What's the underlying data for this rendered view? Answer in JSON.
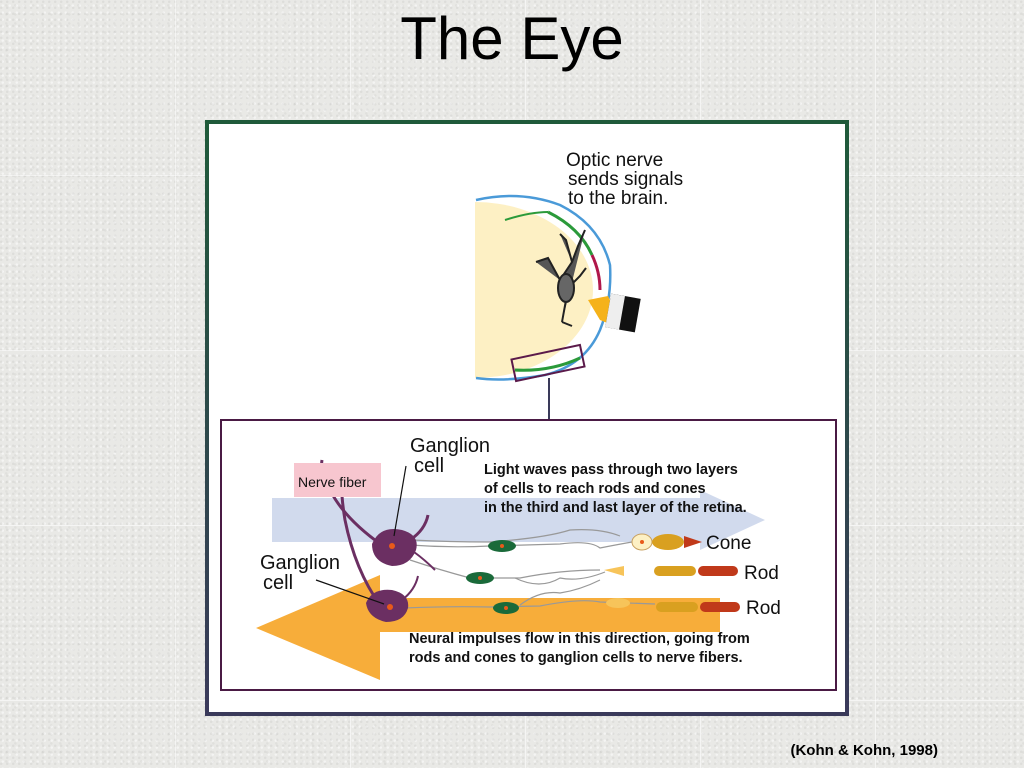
{
  "slide": {
    "title": "The Eye",
    "citation": "(Kohn & Kohn, 1998)"
  },
  "diagram": {
    "eye_caption": [
      "Optic nerve",
      "sends signals",
      "to the brain."
    ],
    "ganglion_top": [
      "Ganglion",
      "cell"
    ],
    "ganglion_bottom": [
      "Ganglion",
      "cell"
    ],
    "nerve_fiber": "Nerve fiber",
    "light_text": [
      "Light waves pass through two layers",
      "of cells to reach rods and cones",
      "in the third and last layer of the retina."
    ],
    "cone": "Cone",
    "rod_1": "Rod",
    "rod_2": "Rod",
    "neural_text": [
      "Neural impulses flow in this direction, going from",
      "rods and cones to ganglion cells to nerve fibers."
    ]
  },
  "colors": {
    "frame_top": "#1f5a3a",
    "frame_bottom": "#3a3a5a",
    "light_arrow": "#c9d3ea",
    "neural_arrow": "#f7ad3a",
    "ganglion": "#6b2f62",
    "eye_fill": "#fdf0c4"
  }
}
